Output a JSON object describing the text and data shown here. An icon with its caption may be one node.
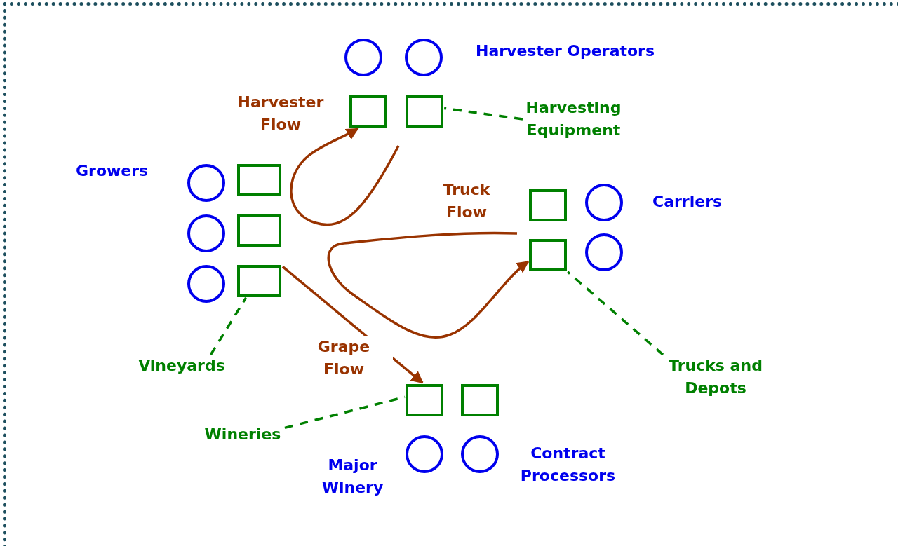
{
  "diagram": {
    "nodes": [
      {
        "text": [],
        "shape": "circle"
      },
      {
        "text": [],
        "shape": "circle"
      },
      {
        "text": [],
        "shape": "box"
      },
      {
        "text": [],
        "shape": "box"
      },
      {
        "text": [],
        "shape": "circle"
      },
      {
        "text": [],
        "shape": "box"
      },
      {
        "text": [],
        "shape": "circle"
      },
      {
        "text": [],
        "shape": "box"
      },
      {
        "text": [],
        "shape": "circle"
      },
      {
        "text": [],
        "shape": "box"
      },
      {
        "text": [],
        "shape": "box"
      },
      {
        "text": [],
        "shape": "circle"
      },
      {
        "text": [],
        "shape": "box"
      },
      {
        "text": [],
        "shape": "circle"
      },
      {
        "text": [],
        "shape": "box"
      },
      {
        "text": [],
        "shape": "box"
      },
      {
        "text": [],
        "shape": "circle"
      },
      {
        "text": [],
        "shape": "circle"
      },
      {
        "text": [
          "Harvesting Equipment"
        ]
      },
      {
        "text": [
          "Vineyards"
        ]
      },
      {
        "text": [
          "Trucks and Depots"
        ]
      },
      {
        "text": [
          "Wineries"
        ]
      }
    ],
    "edges": [
      {
        "from": null,
        "to": 2,
        "arrow": "to",
        "label": "Harvester Flow",
        "color": "#993300"
      },
      {
        "from": null,
        "to": 12,
        "arrow": "to",
        "label": "Truck Flow",
        "color": "#993300"
      },
      {
        "from": 9,
        "to": 14,
        "arrow": "to",
        "label": "Grape Flow",
        "color": "#993300"
      },
      {
        "from": 18,
        "to": 3,
        "arrow": "none",
        "style": "dashed"
      },
      {
        "from": 19,
        "to": 9,
        "arrow": "none",
        "style": "dashed"
      },
      {
        "from": 20,
        "to": 12,
        "arrow": "none",
        "style": "dashed"
      },
      {
        "from": 21,
        "to": 14,
        "arrow": "none",
        "style": "dashed"
      }
    ],
    "labels": [
      "Harvester Operators",
      "Growers",
      "Carriers",
      "Major Winery",
      "Contract Processors"
    ]
  }
}
